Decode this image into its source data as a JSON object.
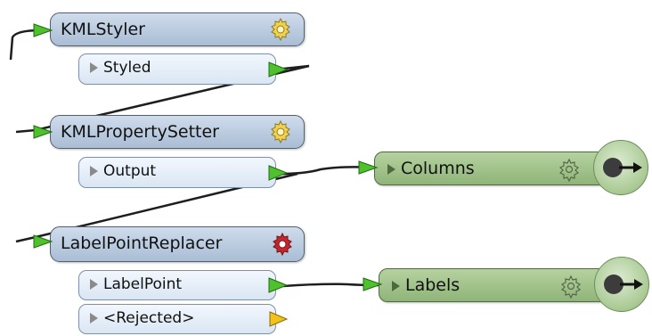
{
  "transformers": [
    {
      "name": "KMLStyler",
      "gear_state": "normal",
      "ports": [
        "Styled"
      ]
    },
    {
      "name": "KMLPropertySetter",
      "gear_state": "normal",
      "ports": [
        "Output"
      ]
    },
    {
      "name": "LabelPointReplacer",
      "gear_state": "incomplete",
      "ports": [
        "LabelPoint",
        "<Rejected>"
      ]
    }
  ],
  "writers": [
    {
      "name": "Columns"
    },
    {
      "name": "Labels"
    }
  ],
  "icons": {
    "gear_normal": "gear-icon-yellow",
    "gear_incomplete": "gear-icon-red",
    "writer_gear": "gear-icon-outline",
    "writer_output": "output-arrow-icon"
  },
  "colors": {
    "transformer_fill": "#b9cbe0",
    "port_fill": "#e6eef8",
    "writer_fill": "#a3c38c",
    "connection_arrow": "#4fc12c",
    "rejected_arrow": "#f2c21a",
    "gear_yellow": "#f3d248",
    "gear_red": "#c8262a",
    "link_line": "#1e1e1e"
  }
}
